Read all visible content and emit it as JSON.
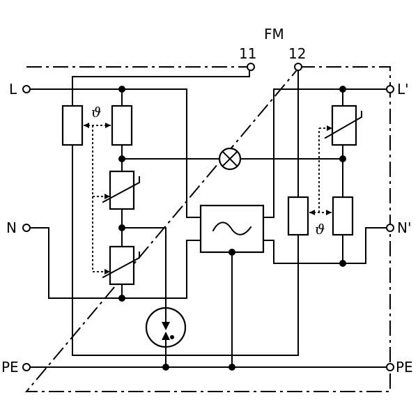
{
  "diagram": {
    "fm_label": "FM",
    "contact_11": "11",
    "contact_12": "12",
    "terminals": {
      "L": "L",
      "L_out": "L'",
      "N": "N",
      "N_out": "N'",
      "PE_left": "PE",
      "PE_right": "PE"
    },
    "thermal_symbol_left": "ϑ",
    "thermal_symbol_right": "ϑ"
  }
}
